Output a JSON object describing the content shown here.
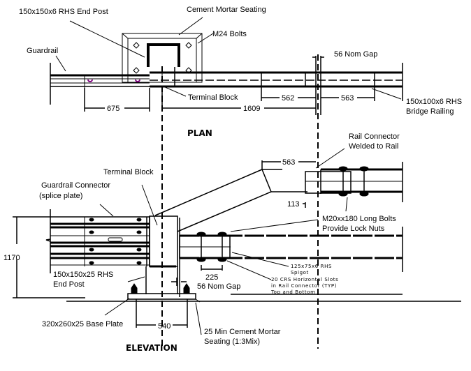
{
  "drawing": {
    "views": {
      "plan": "PLAN",
      "elevation": "ELEVATION"
    },
    "plan_labels": {
      "end_post": "150x150x6 RHS End Post",
      "cement_seating": "Cement Mortar Seating",
      "m24_bolts": "M24 Bolts",
      "guardrail": "Guardrail",
      "nom_gap": "56 Nom Gap",
      "terminal_block": "Terminal Block",
      "bridge_railing_1": "150x100x6 RHS",
      "bridge_railing_2": "Bridge Railing"
    },
    "plan_dimensions": {
      "d675": "675",
      "d1609": "1609",
      "d562": "562",
      "d563": "563"
    },
    "elevation_labels": {
      "terminal_block": "Terminal Block",
      "guardrail_connector_1": "Guardrail Connector",
      "guardrail_connector_2": "(splice plate)",
      "end_post_1": "150x150x25 RHS",
      "end_post_2": "End Post",
      "base_plate": "320x260x25 Base Plate",
      "nom_gap": "56 Nom Gap",
      "cement_1": "25 Min Cement Mortar",
      "cement_2": "Seating (1:3Mix)",
      "rail_connector_1": "Rail Connector",
      "rail_connector_2": "Welded to Rail",
      "long_bolts_1": "M20xx180 Long Bolts",
      "long_bolts_2": "Provide Lock Nuts",
      "spigot_1": "125x75x6 RHS",
      "spigot_2": "Spigot",
      "slots_1": "20 CRS Horizontal Slots",
      "slots_2": "in Rail Connector (TYP)",
      "slots_3": "Top and Bottom"
    },
    "elevation_dimensions": {
      "d1170": "1170",
      "d563": "563",
      "d113": "113",
      "d225": "225",
      "d540": "540"
    },
    "colors": {
      "line": "#000000",
      "bolt_hole": "#800080",
      "background": "#ffffff"
    }
  }
}
